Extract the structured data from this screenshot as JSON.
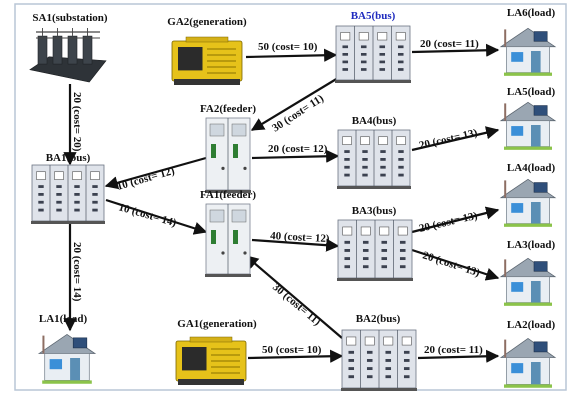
{
  "colors": {
    "node_label": "#111111",
    "highlight_label": "#1f2bbf",
    "edge": "#111111",
    "frame": "#b9c6d6",
    "generator_body": "#e6c21a",
    "house_wall": "#e9eef3",
    "house_roof": "#9aa6b2",
    "house_window": "#3a8fd8",
    "cabinet": "#dfe3ea"
  },
  "nodes": [
    {
      "id": "SA1",
      "label": "SA1(substation)",
      "kind": "substation",
      "icon": "substation-icon"
    },
    {
      "id": "GA2",
      "label": "GA2(generation)",
      "kind": "generator",
      "icon": "generator-icon"
    },
    {
      "id": "BA5",
      "label": "BA5(bus)",
      "kind": "bus",
      "icon": "bus-cabinet-icon",
      "highlight": true
    },
    {
      "id": "LA6",
      "label": "LA6(load)",
      "kind": "load",
      "icon": "house-icon"
    },
    {
      "id": "LA5",
      "label": "LA5(load)",
      "kind": "load",
      "icon": "house-icon"
    },
    {
      "id": "FA2",
      "label": "FA2(feeder)",
      "kind": "feeder",
      "icon": "feeder-cabinet-icon"
    },
    {
      "id": "BA4",
      "label": "BA4(bus)",
      "kind": "bus",
      "icon": "bus-cabinet-icon"
    },
    {
      "id": "BA1",
      "label": "BA1(bus)",
      "kind": "bus",
      "icon": "bus-cabinet-icon"
    },
    {
      "id": "LA4",
      "label": "LA4(load)",
      "kind": "load",
      "icon": "house-icon"
    },
    {
      "id": "FA1",
      "label": "FA1(feeder)",
      "kind": "feeder",
      "icon": "feeder-cabinet-icon"
    },
    {
      "id": "BA3",
      "label": "BA3(bus)",
      "kind": "bus",
      "icon": "bus-cabinet-icon"
    },
    {
      "id": "LA3",
      "label": "LA3(load)",
      "kind": "load",
      "icon": "house-icon"
    },
    {
      "id": "BA2",
      "label": "BA2(bus)",
      "kind": "bus",
      "icon": "bus-cabinet-icon"
    },
    {
      "id": "LA2",
      "label": "LA2(load)",
      "kind": "load",
      "icon": "house-icon"
    },
    {
      "id": "GA1",
      "label": "GA1(generation)",
      "kind": "generator",
      "icon": "generator-icon"
    },
    {
      "id": "LA1",
      "label": "LA1(load)",
      "kind": "load",
      "icon": "house-icon"
    }
  ],
  "edges": [
    {
      "from": "GA2",
      "to": "BA5",
      "label": "50 (cost= 10)"
    },
    {
      "from": "BA5",
      "to": "LA6",
      "label": "20 (cost= 11)"
    },
    {
      "from": "BA5",
      "to": "FA2",
      "label": "30 (cost= 11)"
    },
    {
      "from": "SA1",
      "to": "BA1",
      "label": "20 (cost= 20)"
    },
    {
      "from": "FA2",
      "to": "BA4",
      "label": "20 (cost= 12)"
    },
    {
      "from": "BA4",
      "to": "LA5",
      "label": "20 (cost= 13)"
    },
    {
      "from": "FA2",
      "to": "BA1",
      "label": "10 (cost= 12)"
    },
    {
      "from": "BA1",
      "to": "FA1",
      "label": "10 (cost= 14)"
    },
    {
      "from": "FA1",
      "to": "BA3",
      "label": "40 (cost= 12)"
    },
    {
      "from": "BA3",
      "to": "LA4",
      "label": "20 (cost= 13)"
    },
    {
      "from": "BA3",
      "to": "LA3",
      "label": "20 (cost= 13)"
    },
    {
      "from": "BA1",
      "to": "LA1",
      "label": "20 (cost= 14)"
    },
    {
      "from": "BA2",
      "to": "FA1",
      "label": "30 (cost= 11)"
    },
    {
      "from": "GA1",
      "to": "BA2",
      "label": "50 (cost= 10)"
    },
    {
      "from": "BA2",
      "to": "LA2",
      "label": "20 (cost= 11)"
    }
  ]
}
